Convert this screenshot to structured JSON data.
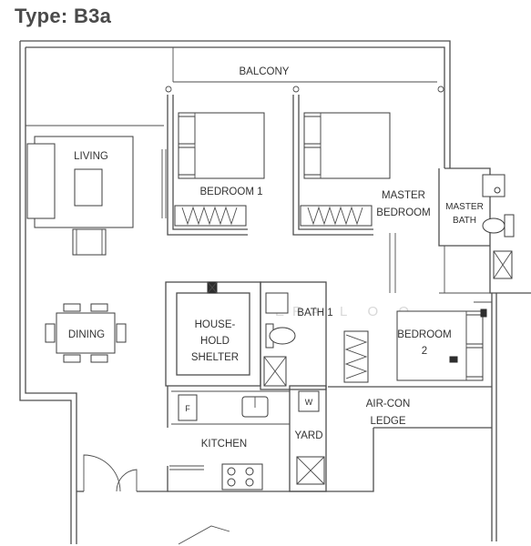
{
  "plan": {
    "title": "Type: B3a",
    "watermark": "ERA L O O",
    "rooms": {
      "balcony": "BALCONY",
      "living": "LIVING",
      "bedroom1": "BEDROOM 1",
      "master_bedroom_1": "MASTER",
      "master_bedroom_2": "BEDROOM",
      "master_bath_1": "MASTER",
      "master_bath_2": "BATH",
      "dining": "DINING",
      "shelter_1": "HOUSE-",
      "shelter_2": "HOLD",
      "shelter_3": "SHELTER",
      "bath1": "BATH 1",
      "bedroom2_1": "BEDROOM",
      "bedroom2_2": "2",
      "aircon_1": "AIR-CON",
      "aircon_2": "LEDGE",
      "kitchen": "KITCHEN",
      "yard": "YARD",
      "fridge": "F",
      "washer": "W"
    }
  }
}
